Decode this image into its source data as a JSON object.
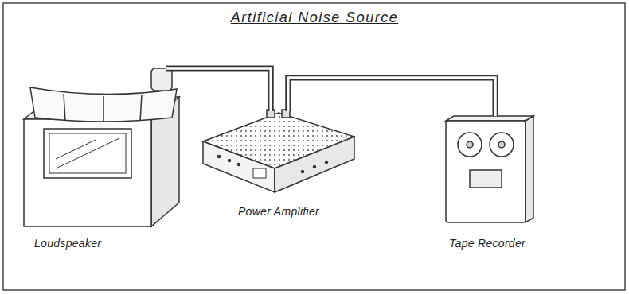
{
  "diagram": {
    "title": "Artificial Noise Source",
    "nodes": [
      {
        "text": [
          "Loudspeaker"
        ]
      },
      {
        "text": [
          "Power Amplifier"
        ]
      },
      {
        "text": [
          "Tape Recorder"
        ]
      }
    ],
    "edges": [
      {
        "from": 0,
        "to": 1,
        "arrow": "none"
      },
      {
        "from": 1,
        "to": 2,
        "arrow": "none"
      }
    ]
  }
}
